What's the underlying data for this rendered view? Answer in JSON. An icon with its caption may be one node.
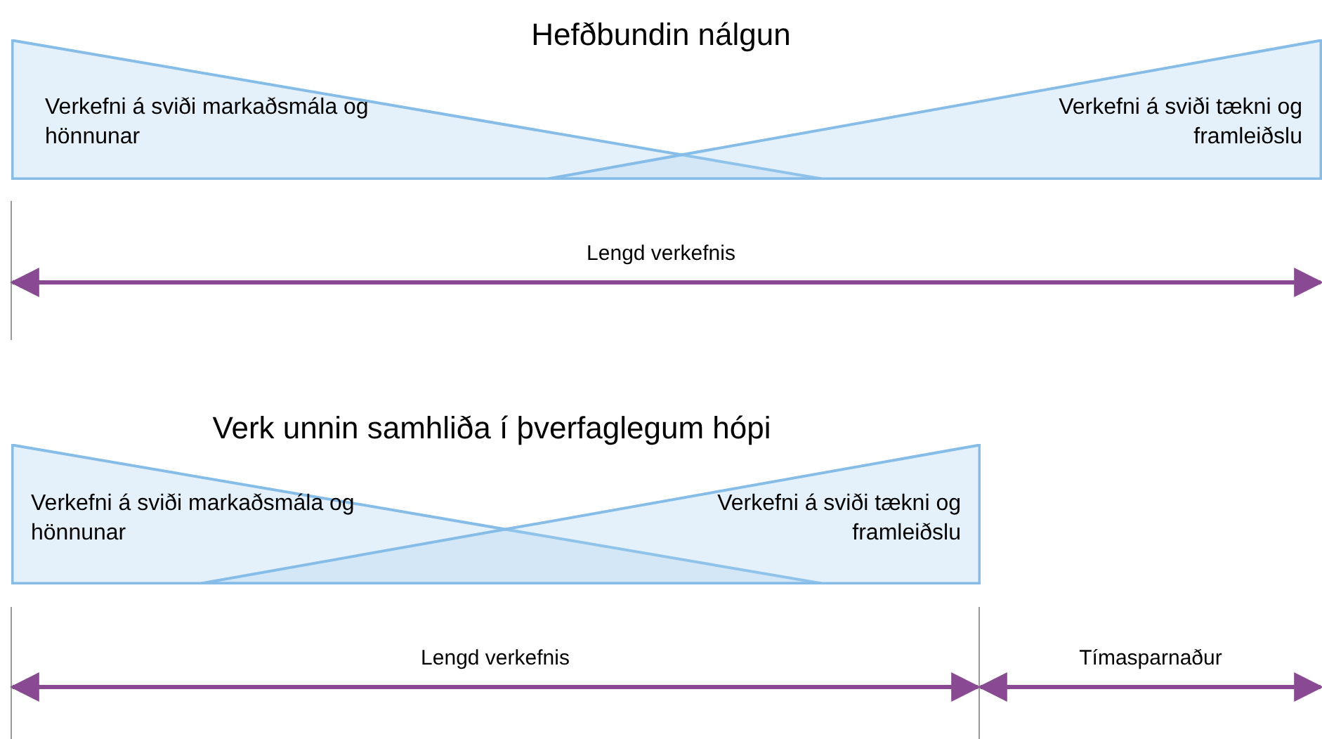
{
  "diagram": {
    "nodes": [
      {
        "text": [
          "Verkefni á sviði markaðsmála og hönnunar"
        ]
      },
      {
        "text": [
          "Verkefni á sviði tækni og framleiðslu"
        ]
      },
      {
        "text": [
          "Verkefni á sviði markaðsmála og hönnunar"
        ]
      },
      {
        "text": [
          "Verkefni á sviði tækni og framleiðslu"
        ]
      }
    ],
    "labels": [
      "Hefðbundin nálgun",
      "Lengd verkefnis",
      "Verk unnin samhliða í þverfaglegum hópi",
      "Lengd verkefnis",
      "Tímasparnaður"
    ]
  }
}
